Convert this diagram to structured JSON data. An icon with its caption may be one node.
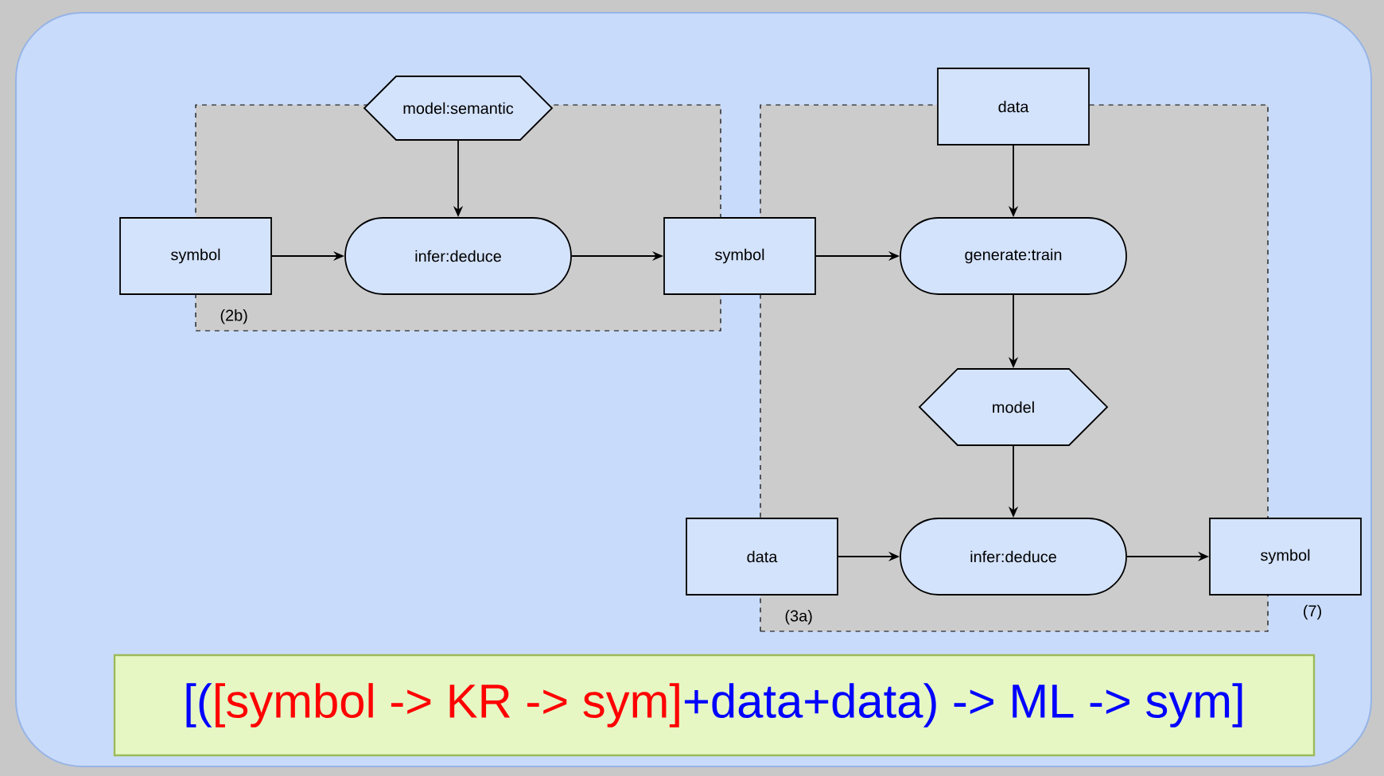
{
  "diagram": {
    "nodes": [
      {
        "text": [
          "(2b)"
        ]
      },
      {
        "text": [
          "(3a)"
        ]
      },
      {
        "text": [
          "model:semantic"
        ]
      },
      {
        "text": [
          "symbol"
        ]
      },
      {
        "text": [
          "infer:deduce"
        ],
        "in": 0
      },
      {
        "text": [
          "symbol"
        ]
      },
      {
        "text": [
          "data"
        ]
      },
      {
        "text": [
          "generate:train"
        ],
        "in": 1
      },
      {
        "text": [
          "model"
        ],
        "in": 1
      },
      {
        "text": [
          "data"
        ]
      },
      {
        "text": [
          "infer:deduce"
        ],
        "in": 1
      },
      {
        "text": [
          "symbol"
        ]
      },
      {
        "text": [
          "[(",
          "[symbol -> KR -> sym]",
          "+data+data) -> ML -> sym]"
        ]
      }
    ],
    "edges": [
      {
        "from": 3,
        "to": 4,
        "arrow": "to"
      },
      {
        "from": 2,
        "to": 4,
        "arrow": "to"
      },
      {
        "from": 4,
        "to": 5,
        "arrow": "to"
      },
      {
        "from": 5,
        "to": 7,
        "arrow": "to"
      },
      {
        "from": 6,
        "to": 7,
        "arrow": "to"
      },
      {
        "from": 7,
        "to": 8,
        "arrow": "to"
      },
      {
        "from": 8,
        "to": 10,
        "arrow": "to"
      },
      {
        "from": 9,
        "to": 10,
        "arrow": "to"
      },
      {
        "from": 10,
        "to": 11,
        "arrow": "to"
      }
    ],
    "labels": [
      "(7)"
    ]
  }
}
